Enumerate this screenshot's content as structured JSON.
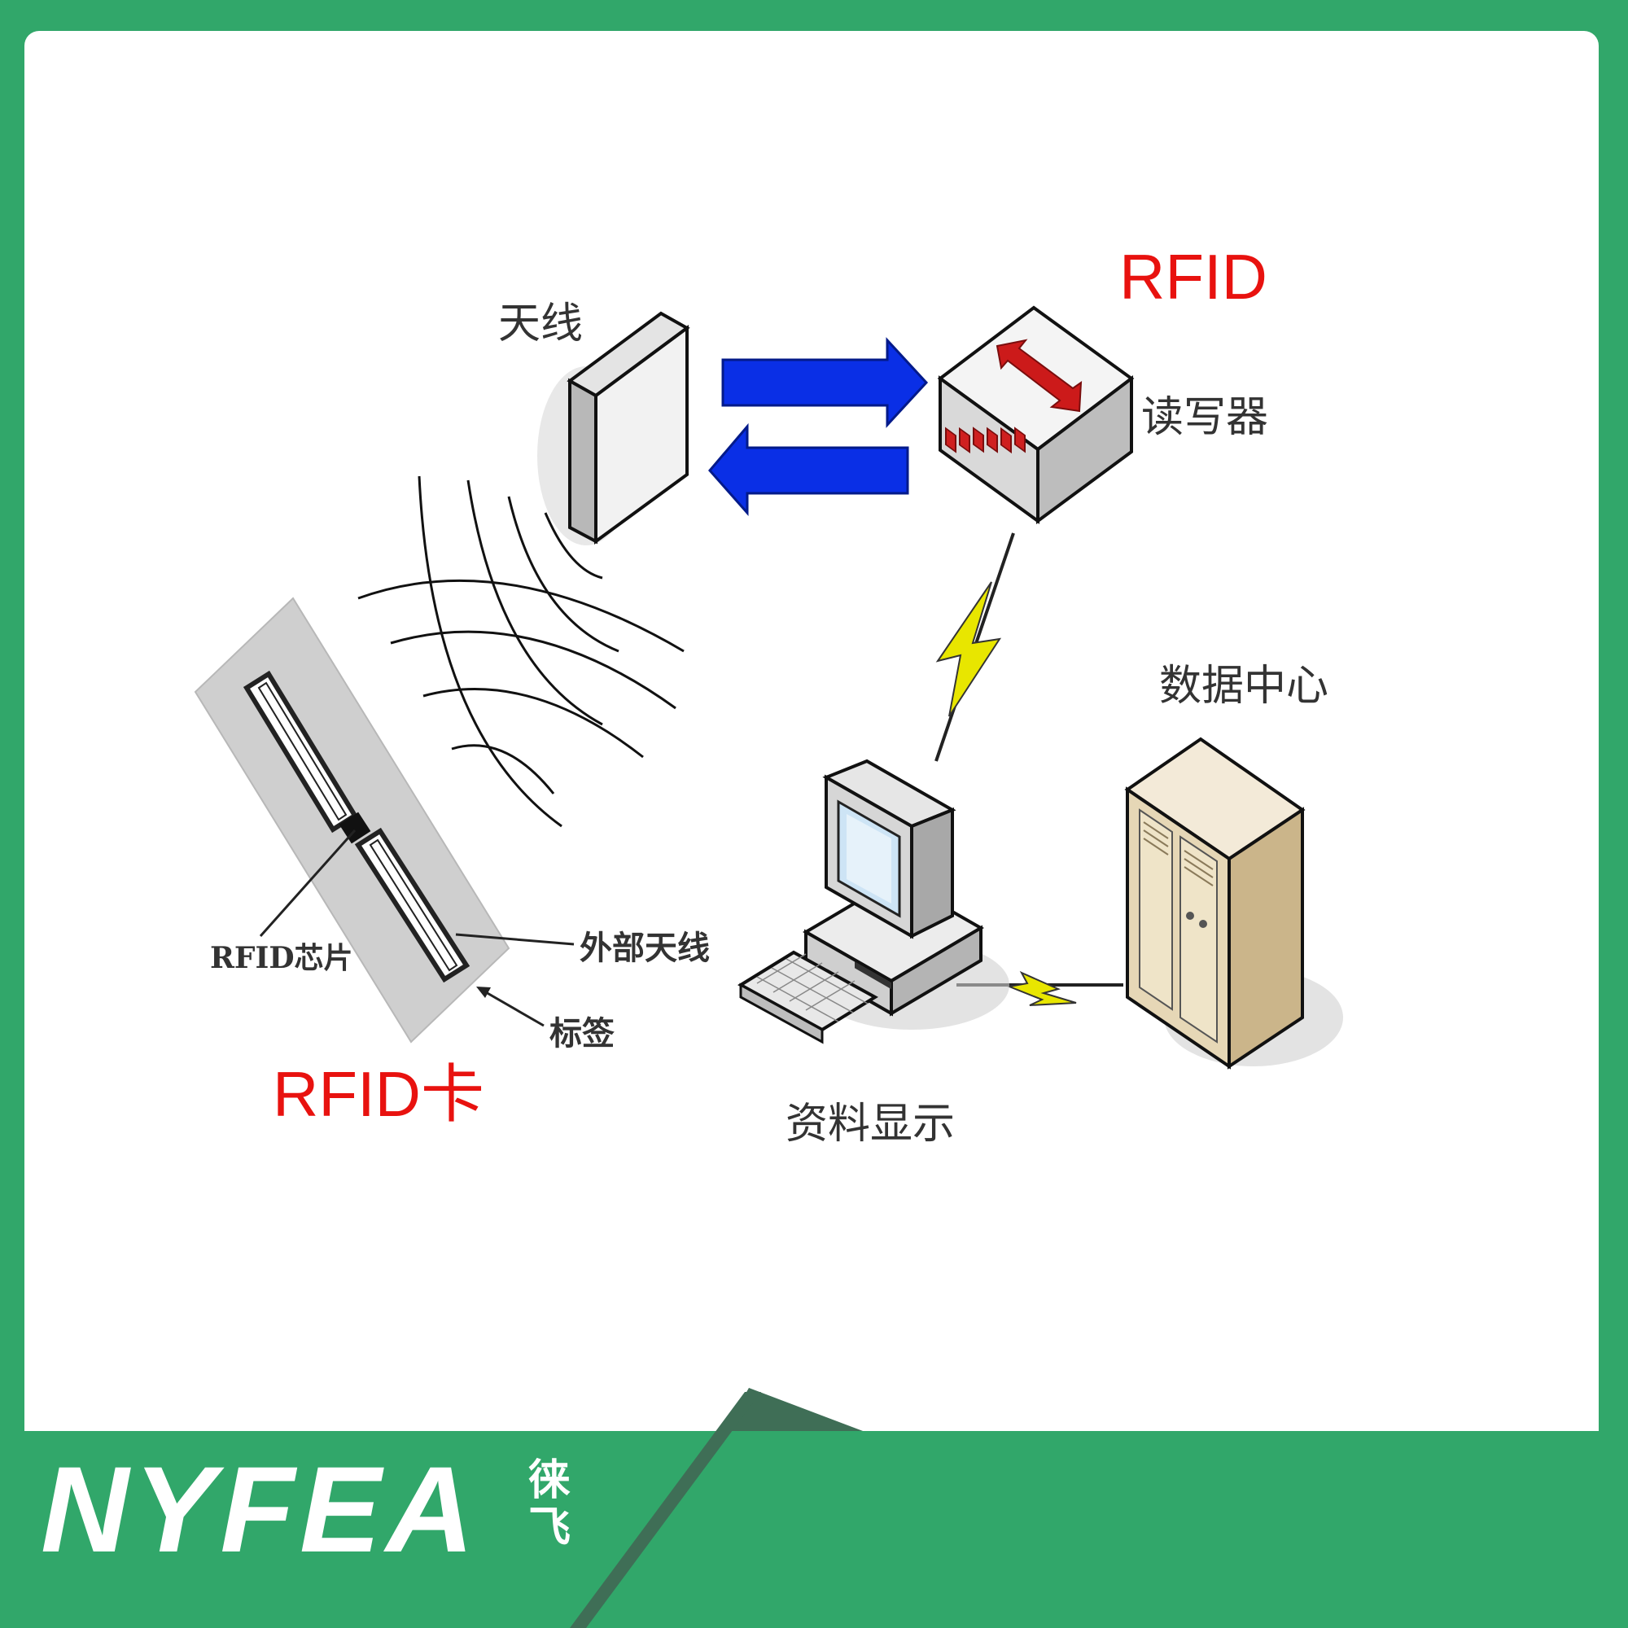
{
  "colors": {
    "brand_green": "#31a76a",
    "dark_green": "#3f6e56",
    "arrow_blue": "#0a2fe6",
    "label_red": "#e8120f",
    "bolt_yellow": "#e8e600"
  },
  "labels": {
    "antenna": "天线",
    "rfid_top": "RFID",
    "reader": "读写器",
    "data_center": "数据中心",
    "rfid_chip": "RFID芯片",
    "external_antenna": "外部天线",
    "tag": "标签",
    "rfid_card": "RFID卡",
    "data_display": "资料显示"
  },
  "logo": {
    "text": "NYFEA",
    "chinese_chars": [
      "徕",
      "飞"
    ]
  },
  "icons": [
    "antenna-panel-icon",
    "rfid-reader-icon",
    "computer-icon",
    "keyboard-icon",
    "server-tower-icon",
    "lightning-bolt-icon",
    "radio-wave-icon"
  ]
}
